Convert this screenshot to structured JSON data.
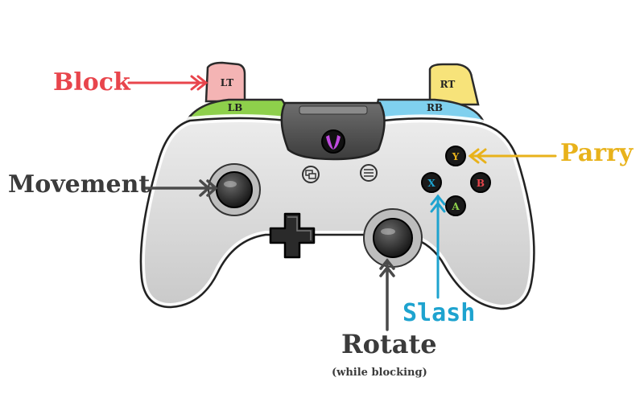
{
  "labels": {
    "block": "Block",
    "movement": "Movement",
    "parry": "Parry",
    "slash": "Slash",
    "rotate": "Rotate",
    "rotate_note": "(while blocking)"
  },
  "buttons": {
    "lt": "LT",
    "rt": "RT",
    "lb": "LB",
    "rb": "RB",
    "y": "Y",
    "x": "X",
    "b": "B",
    "a": "A"
  },
  "colors": {
    "block": "#e8454c",
    "movement": "#3b3b3b",
    "parry": "#e8b21b",
    "slash": "#1ea3cf",
    "rotate": "#3b3b3b",
    "lt_trigger": "#f4b4b4",
    "rt_trigger": "#f7e37a",
    "lb_bumper": "#8ed04b",
    "rb_bumper": "#7fd0ee",
    "controller_body": "#dcdcdc",
    "button_y": "#e8b21b",
    "button_x": "#1ea3cf",
    "button_b": "#e8454c",
    "button_a": "#8ed04b",
    "guide_logo": "#c04be0"
  },
  "icons": {
    "guide": "guide-logo-icon",
    "view": "view-button-icon",
    "menu": "menu-button-icon",
    "dpad": "dpad-icon"
  }
}
